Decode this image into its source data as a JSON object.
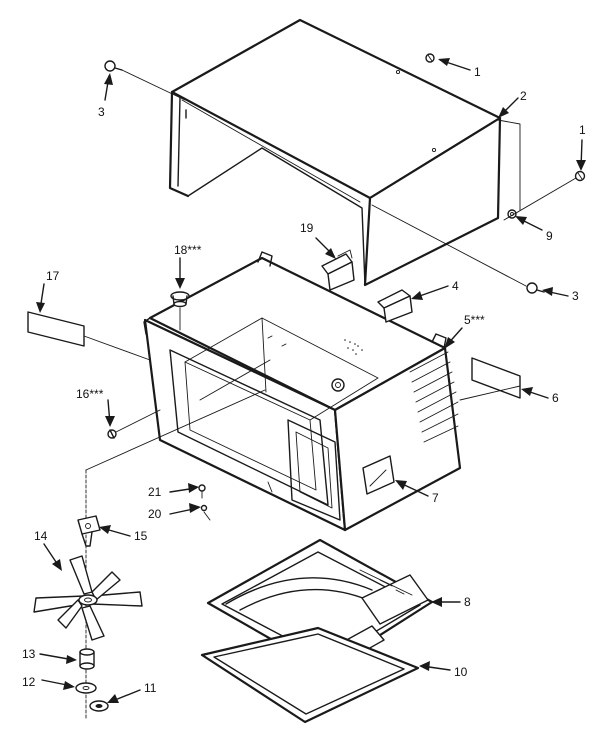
{
  "callouts": [
    {
      "id": "c1a",
      "text": "1"
    },
    {
      "id": "c1b",
      "text": "1"
    },
    {
      "id": "c2",
      "text": "2"
    },
    {
      "id": "c3a",
      "text": "3"
    },
    {
      "id": "c3b",
      "text": "3"
    },
    {
      "id": "c4",
      "text": "4"
    },
    {
      "id": "c5",
      "text": "5***"
    },
    {
      "id": "c6",
      "text": "6"
    },
    {
      "id": "c7",
      "text": "7"
    },
    {
      "id": "c8",
      "text": "8"
    },
    {
      "id": "c9",
      "text": "9"
    },
    {
      "id": "c10",
      "text": "10"
    },
    {
      "id": "c11",
      "text": "11"
    },
    {
      "id": "c12",
      "text": "12"
    },
    {
      "id": "c13",
      "text": "13"
    },
    {
      "id": "c14",
      "text": "14"
    },
    {
      "id": "c15",
      "text": "15"
    },
    {
      "id": "c16",
      "text": "16***"
    },
    {
      "id": "c17",
      "text": "17"
    },
    {
      "id": "c18",
      "text": "18***"
    },
    {
      "id": "c19",
      "text": "19"
    },
    {
      "id": "c20",
      "text": "20"
    },
    {
      "id": "c21",
      "text": "21"
    }
  ]
}
